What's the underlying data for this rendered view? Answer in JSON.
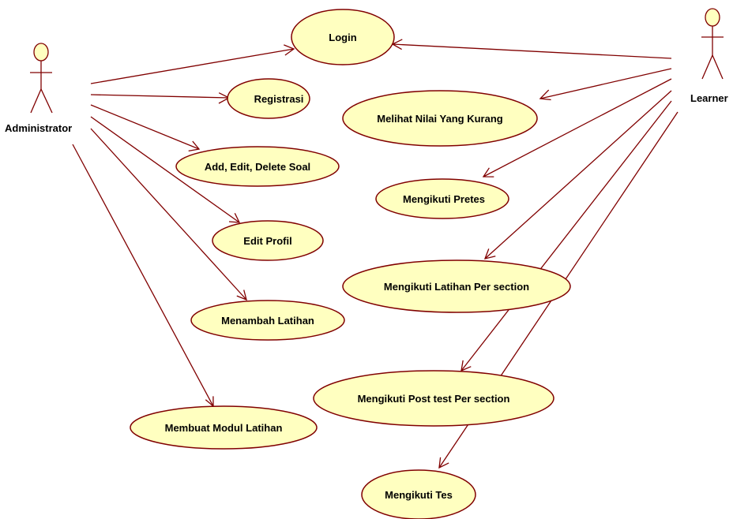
{
  "actors": {
    "administrator": {
      "name": "Administrator"
    },
    "learner": {
      "name": "Learner"
    }
  },
  "use_cases": {
    "login": "Login",
    "registrasi": "Registrasi",
    "add_edit_delete_soal": "Add, Edit, Delete Soal",
    "edit_profil": "Edit Profil",
    "menambah_latihan": "Menambah Latihan",
    "membuat_modul_latihan": "Membuat Modul Latihan",
    "melihat_nilai_yang_kurang": "Melihat Nilai Yang Kurang",
    "mengikuti_pretes": "Mengikuti Pretes",
    "mengikuti_latihan_per_section": "Mengikuti Latihan Per section",
    "mengikuti_post_test_per_section": "Mengikuti Post test Per section",
    "mengikuti_tes": "Mengikuti Tes"
  },
  "colors": {
    "line": "#800000",
    "use_case_fill": "#ffffc0",
    "text": "#000000"
  }
}
